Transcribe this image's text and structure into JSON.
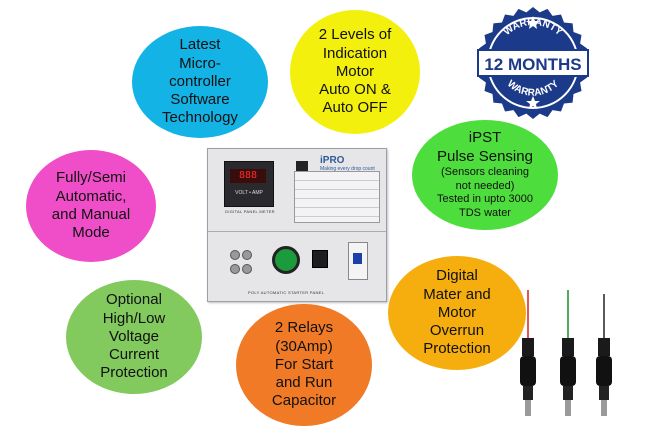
{
  "bubbles": [
    {
      "id": "software",
      "color": "#14b3e6",
      "lines": [
        "Latest",
        "Micro-",
        "controller",
        "Software",
        "Technology"
      ]
    },
    {
      "id": "indication",
      "color": "#f4f00d",
      "lines": [
        "2 Levels of",
        "Indication",
        "Motor",
        "Auto ON &",
        "Auto OFF"
      ]
    },
    {
      "id": "ipst",
      "color": "#4ddd3c",
      "title_lines": [
        "iPST",
        "Pulse Sensing"
      ],
      "small_lines": [
        "(Sensors cleaning",
        "not needed)",
        "Tested in upto 3000",
        "TDS water"
      ]
    },
    {
      "id": "mode",
      "color": "#f04ec8",
      "lines": [
        "Fully/Semi",
        "Automatic,",
        "and Manual",
        "Mode"
      ]
    },
    {
      "id": "voltage",
      "color": "#82c95e",
      "lines": [
        "Optional",
        "High/Low",
        "Voltage",
        "Current",
        "Protection"
      ]
    },
    {
      "id": "relays",
      "color": "#f07a26",
      "lines": [
        "2 Relays",
        "(30Amp)",
        "For Start",
        "and Run",
        "Capacitor"
      ]
    },
    {
      "id": "meter",
      "color": "#f5ae0e",
      "lines": [
        "Digital",
        "Mater and",
        "Motor",
        "Overrun",
        "Protection"
      ]
    }
  ],
  "badge": {
    "top_text": "WARRANTY",
    "main_text": "12 MONTHS",
    "bottom_text": "WARRANTY",
    "color": "#1c3a8a"
  },
  "panel": {
    "meter_reading": "888",
    "meter_label": "VOLT • AMP",
    "meter_caption": "DIGITAL PANEL METER",
    "brand": "iPRO",
    "brand_sub": "Making every drop count",
    "caption": "POLY AUTOMATIC STARTER PANEL"
  },
  "probes": {
    "wire_colors": [
      "#d62020",
      "#1c8a2a",
      "#222222"
    ]
  }
}
